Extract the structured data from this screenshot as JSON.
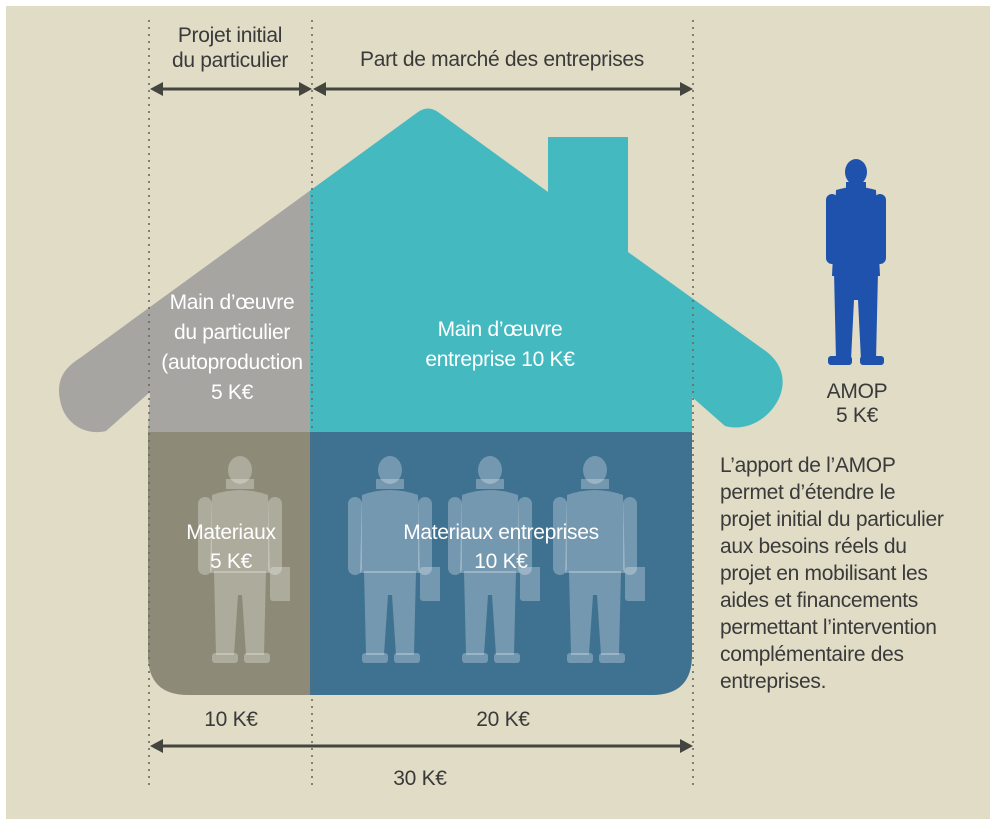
{
  "labels": {
    "projet_initial": [
      "Projet initial",
      "du particulier"
    ],
    "part_marche": "Part de marché des entreprises",
    "main_oeuvre_particulier": [
      "Main d’œuvre",
      "du particulier",
      "(autoproduction",
      "5 K€"
    ],
    "main_oeuvre_entreprise": [
      "Main d’œuvre",
      "entreprise 10 K€"
    ],
    "materiaux": [
      "Materiaux",
      "5 K€"
    ],
    "materiaux_entreprises": [
      "Materiaux entreprises",
      "10 K€"
    ],
    "amop": [
      "AMOP",
      "5 K€"
    ],
    "total_particulier": "10 K€",
    "total_entreprises": "20 K€",
    "total": "30 K€"
  },
  "note": "L’apport de l’AMOP\npermet d’étendre le\nprojet initial du particulier\naux besoins réels du\nprojet en mobilisant les\naides et financements\npermettant l’intervention\ncomplémentaire des\nentreprises.",
  "colors": {
    "background": "#e0dcc6",
    "roof_particulier": "#a7a5a2",
    "roof_entreprise": "#45b9c0",
    "materiaux_particulier": "#8d8b77",
    "materiaux_entreprise": "#3f7191",
    "amop_figure": "#1f52ad",
    "text_dark": "#3a3a3a",
    "text_light": "#ffffff"
  },
  "icons": [
    "worker-icon",
    "person-icon",
    "double-arrow-icon"
  ]
}
